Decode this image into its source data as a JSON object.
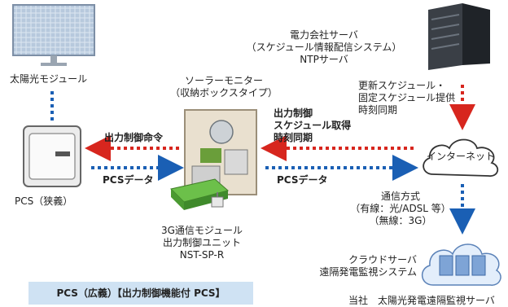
{
  "solar_label": "太陽光モジュール",
  "pcs_label": "PCS（狭義）",
  "monitor": {
    "line1": "ソーラーモニター",
    "line2": "（収納ボックスタイプ）"
  },
  "server": {
    "line1": "電力会社サーバ",
    "line2": "（スケジュール情報配信システム）",
    "line3": "NTPサーバ"
  },
  "update_schedule": {
    "line1": "更新スケジュール・",
    "line2": "固定スケジュール提供",
    "line3": "時刻同期"
  },
  "output_control_command": "出力制御命令",
  "pcs_data_left": "PCSデータ",
  "schedule_acquire": {
    "line1": "出力制御",
    "line2": "スケジュール取得",
    "line3": "時刻同期"
  },
  "pcs_data_right": "PCSデータ",
  "internet": "インターネット",
  "comm_method": {
    "line1": "通信方式",
    "line2": "（有線：光/ADSL 等）",
    "line3": "（無線：3G）"
  },
  "module": {
    "line1": "3G通信モジュール",
    "line2": "出力制御ユニット",
    "line3": "NST-SP-R"
  },
  "cloud": {
    "line1": "クラウドサーバ",
    "line2": "遠隔発電監視システム"
  },
  "banner": "PCS（広義）【出力制御機能付 PCS】",
  "bottom_right_text": "当社　太陽光発電遠隔監視サーバ",
  "colors": {
    "blue_arrow": "#1a5fb4",
    "red_arrow": "#d7261e",
    "banner_bg": "#cfe2f3",
    "cloud_fill": "#e3eefb"
  }
}
